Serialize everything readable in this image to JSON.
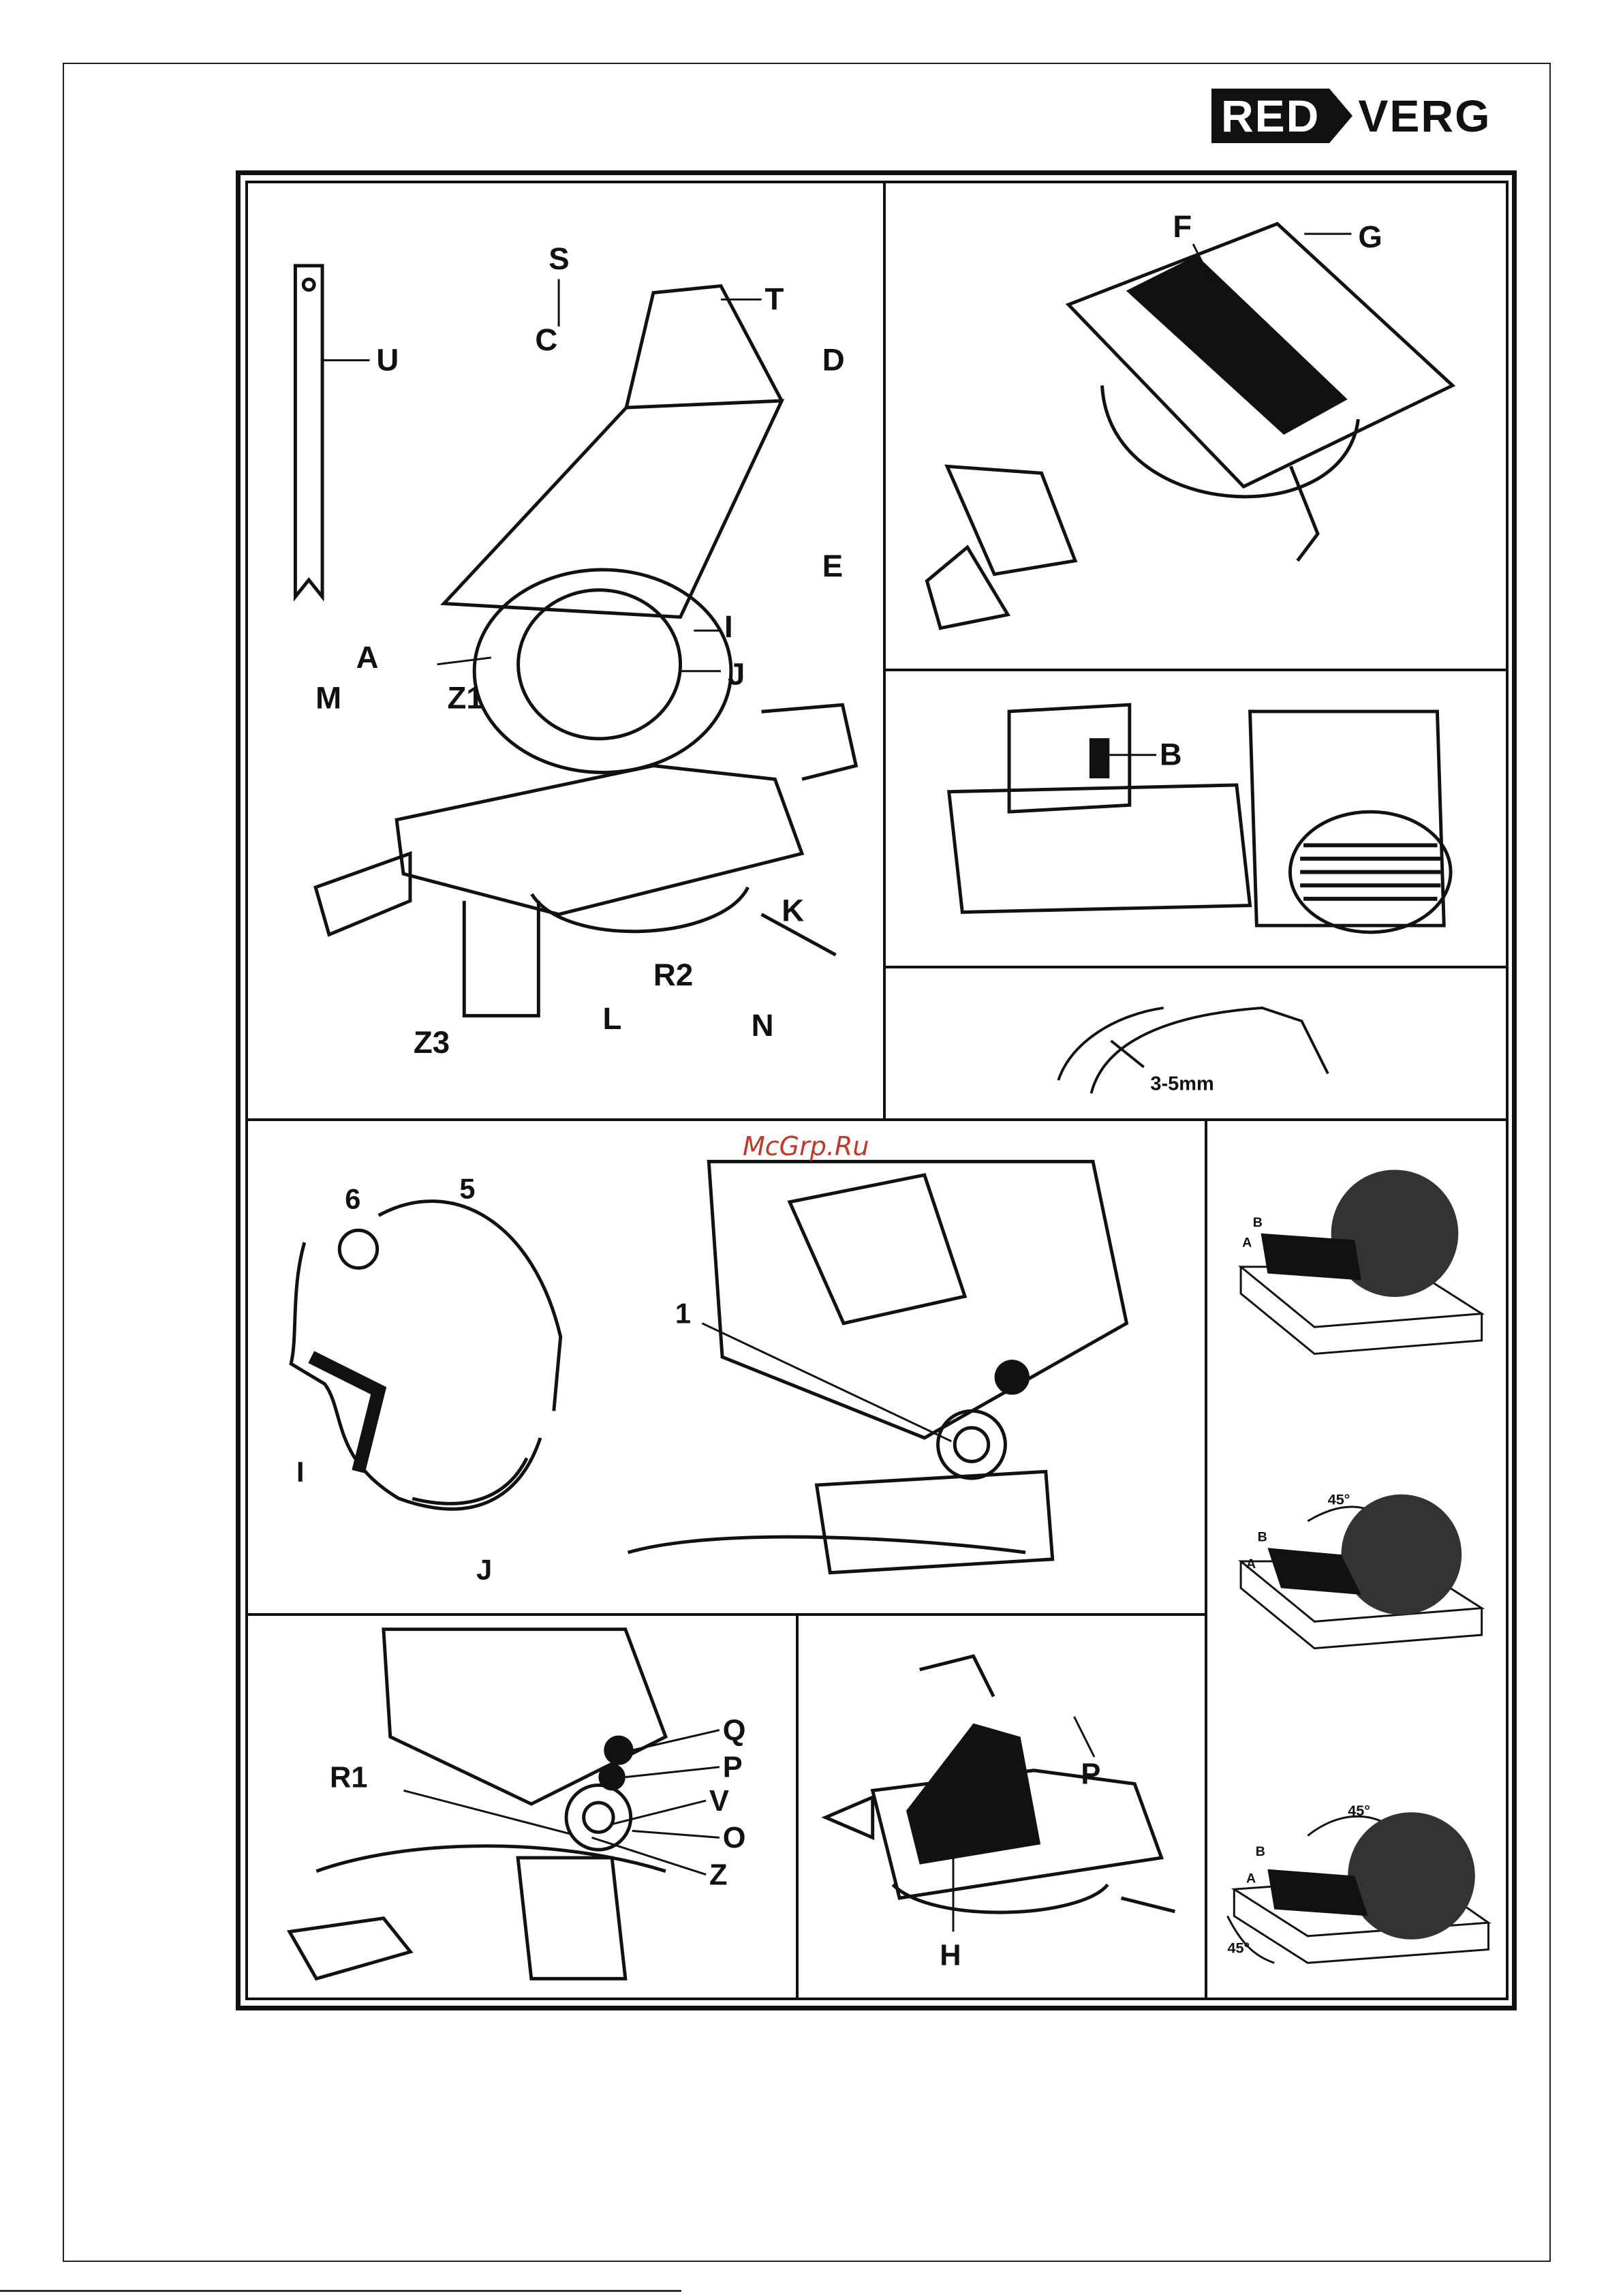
{
  "brand": {
    "part1": "RED",
    "part2": "VERG"
  },
  "watermark": "McGrp.Ru",
  "figures": {
    "main": {
      "labels": [
        "S",
        "T",
        "C",
        "D",
        "E",
        "U",
        "A",
        "I",
        "J",
        "M",
        "Z1",
        "K",
        "Z3",
        "L",
        "R2",
        "N"
      ]
    },
    "table_top": {
      "labels": [
        "F",
        "G"
      ]
    },
    "motor": {
      "labels": [
        "B"
      ]
    },
    "blade_gap": {
      "labels": [
        "3-5mm"
      ]
    },
    "guard": {
      "labels": [
        "6",
        "5",
        "I",
        "J"
      ]
    },
    "pivot": {
      "labels": [
        "1"
      ]
    },
    "bevel_lock": {
      "labels": [
        "Q",
        "P",
        "R1",
        "V",
        "O",
        "Z"
      ]
    },
    "fence": {
      "labels": [
        "P",
        "H"
      ]
    },
    "cut_straight": {
      "labels": [
        "B",
        "A"
      ]
    },
    "cut_miter": {
      "labels": [
        "45°",
        "B",
        "A"
      ]
    },
    "cut_compound": {
      "labels": [
        "45°",
        "B",
        "A",
        "45°"
      ]
    }
  }
}
